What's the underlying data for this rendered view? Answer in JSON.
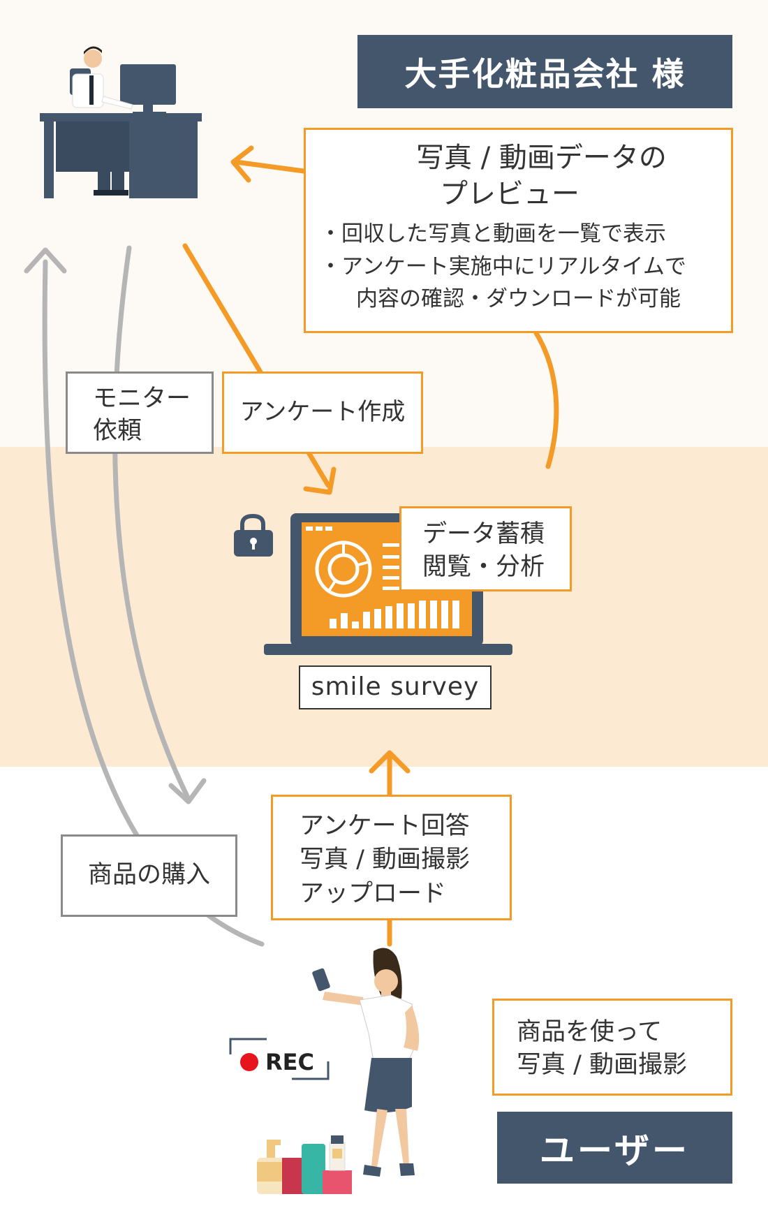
{
  "client": {
    "title": "大手化粧品会社 様"
  },
  "user": {
    "title": "ユーザー"
  },
  "preview": {
    "title_line1": "写真 / 動画データの",
    "title_line2": "プレビュー",
    "bullet1": "・回収した写真と動画を一覧で表示",
    "bullet2": "・アンケート実施中にリアルタイムで",
    "bullet3": "内容の確認・ダウンロードが可能"
  },
  "monitor": {
    "line1": "モニター",
    "line2": "依頼"
  },
  "survey_create": {
    "label": "アンケート作成"
  },
  "data": {
    "line1": "データ蓄積",
    "line2": "閲覧・分析"
  },
  "product": {
    "name": "smile survey"
  },
  "answer": {
    "line1": "アンケート回答",
    "line2": "写真 / 動画撮影",
    "line3": "アップロード"
  },
  "purchase": {
    "label": "商品の購入"
  },
  "use": {
    "line1": "商品を使って",
    "line2": "写真 / 動画撮影"
  },
  "rec": {
    "label": "REC"
  },
  "colors": {
    "navy": "#44566c",
    "orange": "#f39a27",
    "gray": "#b5b5b5",
    "rec": "#e5141d"
  },
  "icons": [
    "image-icon",
    "people-icon",
    "lock-icon",
    "laptop-icon",
    "office-worker-illustration",
    "woman-selfie-illustration",
    "cosmetics-illustration"
  ]
}
